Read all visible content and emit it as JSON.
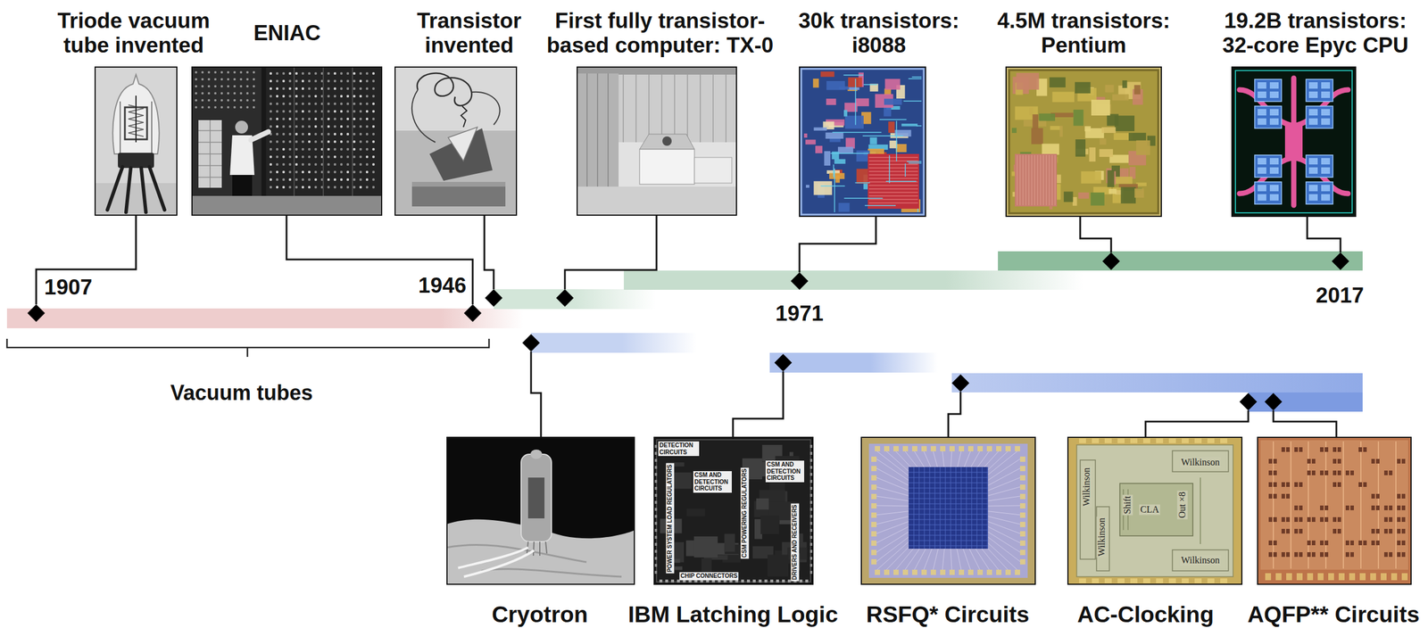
{
  "diagram": {
    "nodes": [
      {
        "text": [
          "Triode vacuum tube invented"
        ]
      },
      {
        "text": [
          "ENIAC"
        ]
      },
      {
        "text": [
          "Transistor invented"
        ]
      },
      {
        "text": [
          "First fully transistor-based computer: TX-0"
        ]
      },
      {
        "text": [
          "30k transistors: i8088"
        ]
      },
      {
        "text": [
          "4.5M transistors: Pentium"
        ]
      },
      {
        "text": [
          "19.2B transistors: 32-core Epyc CPU"
        ]
      },
      {
        "text": [
          "Cryotron"
        ]
      },
      {
        "text": [
          "IBM Latching Logic"
        ]
      },
      {
        "text": [
          "RSFQ* Circuits"
        ]
      },
      {
        "text": [
          "AC-Clocking"
        ]
      },
      {
        "text": [
          "AQFP** Circuits"
        ]
      }
    ],
    "labels": [
      "1907",
      "1946",
      "1971",
      "2017",
      "Vacuum tubes",
      "DETECTION CIRCUITS",
      "CSM AND DETECTION CIRCUITS",
      "CSM AND DETECTION CIRCUITS",
      "POWER SYSTEM LOAD REGULATORS",
      "CSM POWERING REGULATORS",
      "DRIVERS AND RECEIVERS",
      "CHIP CONNECTORS",
      "Wilkinson",
      "Wilkinson",
      "Wilkinson",
      "Wilkinson",
      "Shift",
      "CLA",
      "Out ×8"
    ]
  }
}
